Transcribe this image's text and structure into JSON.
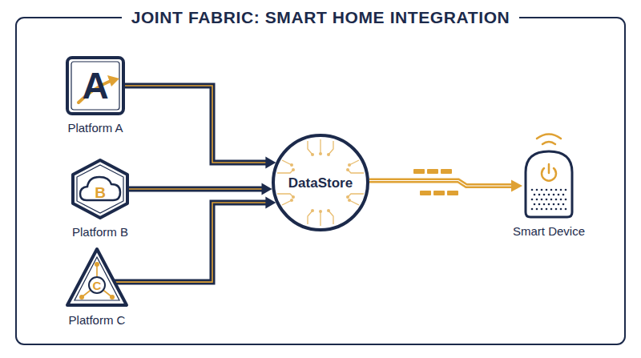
{
  "diagram": {
    "title": "JOINT FABRIC: SMART HOME INTEGRATION",
    "nodes": [
      {
        "text": [
          "A",
          "Platform A"
        ]
      },
      {
        "text": [
          "B",
          "Platform B"
        ]
      },
      {
        "text": [
          "C",
          "Platform C"
        ]
      },
      {
        "text": [
          "DataStore"
        ]
      },
      {
        "text": [
          "Smart Device"
        ]
      }
    ],
    "edges": [
      {
        "from": 0,
        "to": 3,
        "arrow": "to"
      },
      {
        "from": 1,
        "to": 3,
        "arrow": "to"
      },
      {
        "from": 2,
        "to": 3,
        "arrow": "to"
      },
      {
        "from": 3,
        "to": 4,
        "arrow": "to"
      }
    ]
  }
}
